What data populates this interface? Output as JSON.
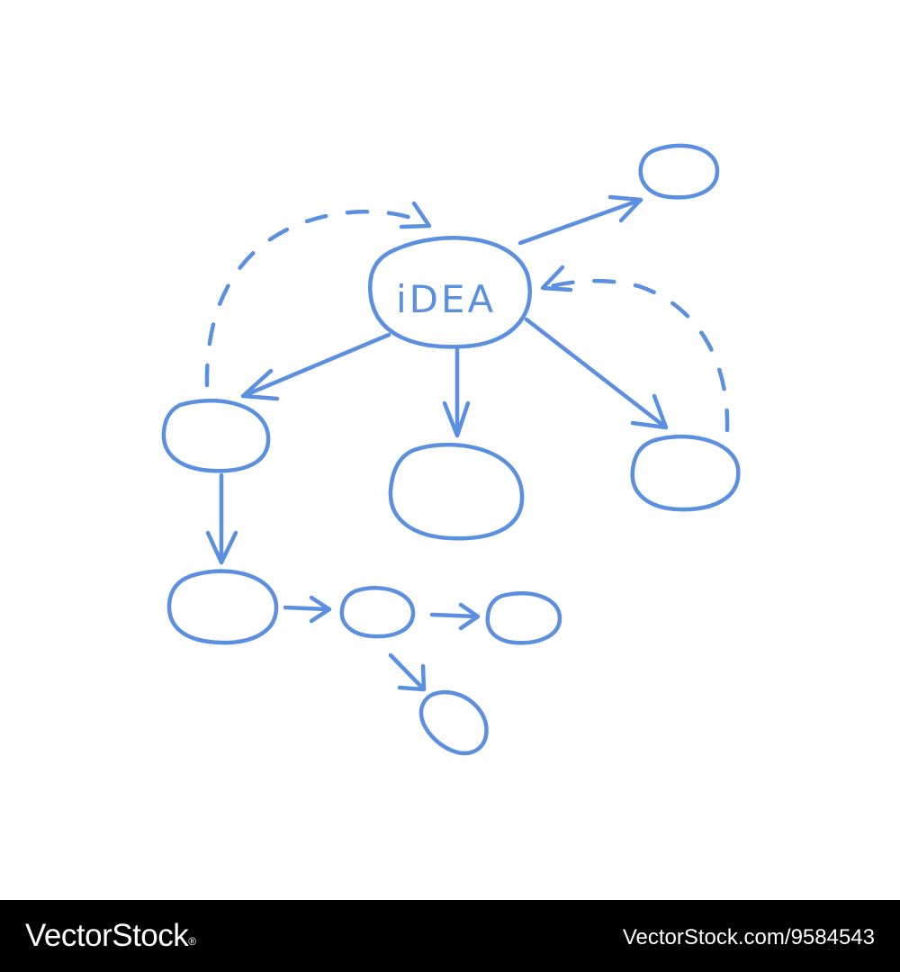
{
  "colors": {
    "stroke": "#5b8fe0",
    "background": "#ffffff",
    "footer_bg": "#000000",
    "footer_text": "#ffffff"
  },
  "diagram": {
    "center_label": "iDEA",
    "nodes": [
      "idea",
      "top-right",
      "left",
      "middle",
      "right",
      "lower-left",
      "chain-1",
      "chain-2",
      "branch"
    ],
    "edges": [
      {
        "from": "idea",
        "to": "top-right",
        "style": "solid"
      },
      {
        "from": "idea",
        "to": "left",
        "style": "solid"
      },
      {
        "from": "idea",
        "to": "middle",
        "style": "solid"
      },
      {
        "from": "idea",
        "to": "right",
        "style": "solid"
      },
      {
        "from": "left",
        "to": "idea",
        "style": "dashed"
      },
      {
        "from": "right",
        "to": "idea",
        "style": "dashed"
      },
      {
        "from": "left",
        "to": "lower-left",
        "style": "solid"
      },
      {
        "from": "lower-left",
        "to": "chain-1",
        "style": "solid"
      },
      {
        "from": "chain-1",
        "to": "chain-2",
        "style": "solid"
      },
      {
        "from": "chain-1",
        "to": "branch",
        "style": "solid"
      }
    ]
  },
  "footer": {
    "brand": "VectorStock",
    "brand_mark": "®",
    "image_id": "VectorStock.com/9584543"
  }
}
